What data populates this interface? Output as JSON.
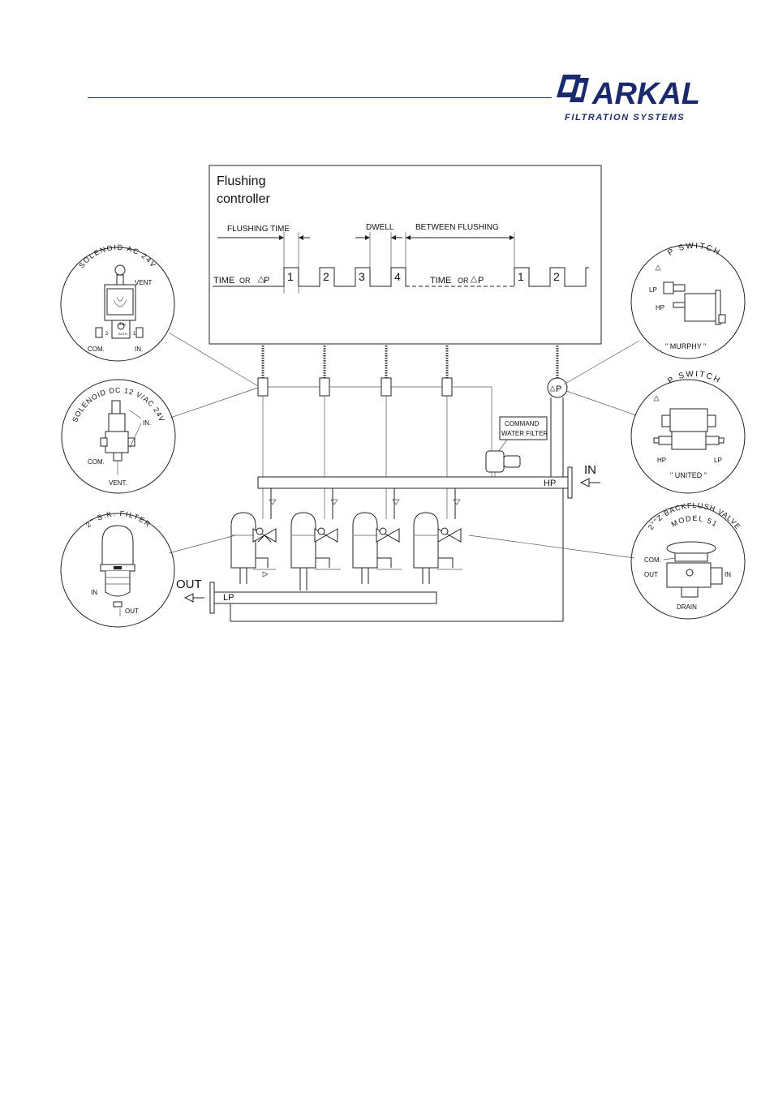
{
  "brand": {
    "name": "ARKAL",
    "tagline": "FILTRATION SYSTEMS",
    "color": "#1a2a6c"
  },
  "controller": {
    "title_line1": "Flushing",
    "title_line2": "controller",
    "flushing_time_label": "FLUSHING TIME",
    "dwell_label": "DWELL",
    "between_label": "BETWEEN FLUSHING",
    "time_label": "TIME",
    "or_label": "OR",
    "delta_p": "P",
    "pulses": [
      "1",
      "2",
      "3",
      "4",
      "1",
      "2"
    ]
  },
  "callouts": {
    "solenoid_ac": {
      "title": "SOLENOID AC 24V",
      "vent": "VENT",
      "com": "COM.",
      "in": "IN.",
      "man": "MAN",
      "auto": "AUTO",
      "n2": "2",
      "n1": "1"
    },
    "solenoid_dc": {
      "title": "SOLENOID DC 12 V/AC 24V",
      "in": "IN.",
      "com": "COM.",
      "vent": "VENT."
    },
    "sk_filter": {
      "title": "2\" S.K. FILTER",
      "in": "IN",
      "out": "OUT"
    },
    "murphy": {
      "title": "P SWITCH",
      "lp": "LP",
      "hp": "HP",
      "caption": "\" MURPHY \""
    },
    "united": {
      "title": "P SWITCH",
      "hp": "HP",
      "lp": "LP",
      "caption": "\" UNITED \""
    },
    "backflush": {
      "title_line1": "2\"\"Z BACKFLUSH VALVE",
      "title_line2": "MODEL 51",
      "com": "COM.",
      "out": "OUT",
      "in": "IN",
      "drain": "DRAIN"
    }
  },
  "system": {
    "command_filter_line1": "COMMAND",
    "command_filter_line2": "WATER FILTER",
    "in_label": "IN",
    "out_label": "OUT",
    "hp_label": "HP",
    "lp_label": "LP",
    "dp_label": "P"
  }
}
